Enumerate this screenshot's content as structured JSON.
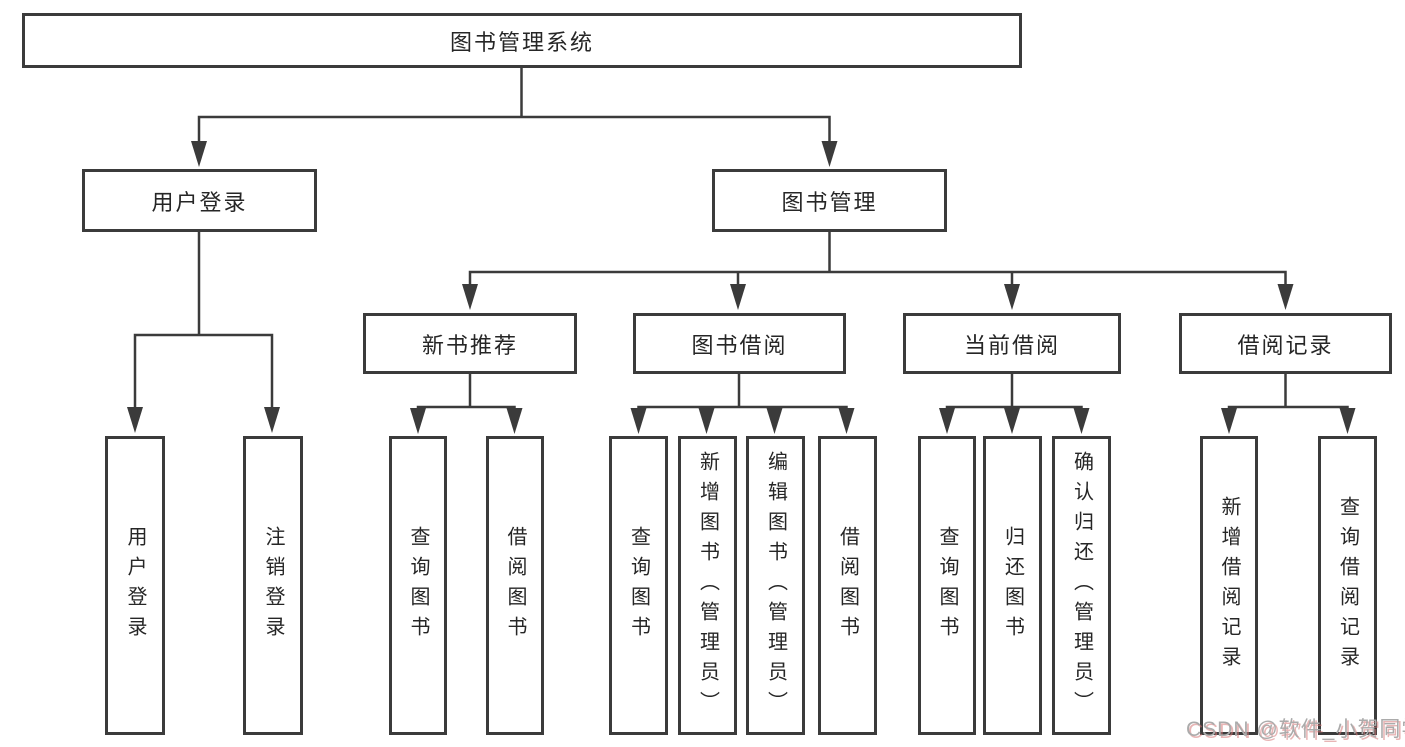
{
  "colors": {
    "line": "#3b3b3b",
    "box_border": "#3b3b3b",
    "text": "#262626",
    "background": "#ffffff",
    "watermark_gray": "#ababab",
    "watermark_red_shadow": "#d67878"
  },
  "watermark": {
    "text": "CSDN @软件_小贺同学"
  },
  "diagram": {
    "root": {
      "label": "图书管理系统",
      "children": [
        {
          "label": "用户登录",
          "children": [
            {
              "label": "用户登录"
            },
            {
              "label": "注销登录"
            }
          ]
        },
        {
          "label": "图书管理",
          "children": [
            {
              "label": "新书推荐",
              "children": [
                {
                  "label": "查询图书"
                },
                {
                  "label": "借阅图书"
                }
              ]
            },
            {
              "label": "图书借阅",
              "children": [
                {
                  "label": "查询图书"
                },
                {
                  "label": "新增图书（管理员）"
                },
                {
                  "label": "编辑图书（管理员）"
                },
                {
                  "label": "借阅图书"
                }
              ]
            },
            {
              "label": "当前借阅",
              "children": [
                {
                  "label": "查询图书"
                },
                {
                  "label": "归还图书"
                },
                {
                  "label": "确认归还（管理员）"
                }
              ]
            },
            {
              "label": "借阅记录",
              "children": [
                {
                  "label": "新增借阅记录"
                },
                {
                  "label": "查询借阅记录"
                }
              ]
            }
          ]
        }
      ]
    }
  }
}
